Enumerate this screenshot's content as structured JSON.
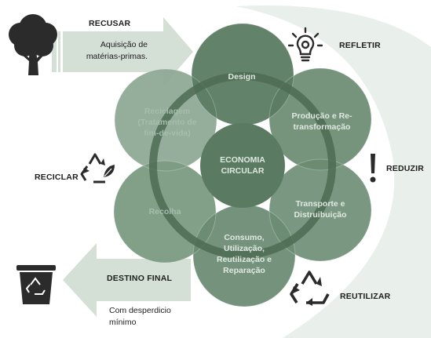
{
  "circles": {
    "top": "Design",
    "top_right": "Produção e Re-transformação",
    "right": "Transporte e Distruibuição",
    "bottom": "Consumo, Utilização, Reutilização e Reparação",
    "left": "Recolha",
    "top_left": "Reciclagem (Tratamento de fim-de-vida)",
    "center": "ECONOMIA CIRCULAR"
  },
  "actions": {
    "recusar": "RECUSAR",
    "refletir": "REFLETIR",
    "reduzir": "REDUZIR",
    "reutilizar": "REUTILIZAR",
    "reciclar": "RECICLAR",
    "destino_final": "DESTINO FINAL"
  },
  "notes": {
    "input_line1": "Aquisição de",
    "input_line2": "matérias-primas.",
    "output_line1": "Com desperdicio",
    "output_line2": "mínimo"
  },
  "icons": [
    "tree-icon",
    "lightbulb-gear-icon",
    "exclamation-icon",
    "recycle-leaf-icon",
    "recycle-icon",
    "recycle-bin-icon"
  ],
  "colors": {
    "dark_circle": "#5b7b62",
    "mid_circle": "#7b9b82",
    "light_circle": "#8fa996",
    "ring": "#4d6b54",
    "arrow_fill": "#d4dfd6",
    "swoosh": "#e9efea",
    "icon": "#2b2b2b"
  }
}
